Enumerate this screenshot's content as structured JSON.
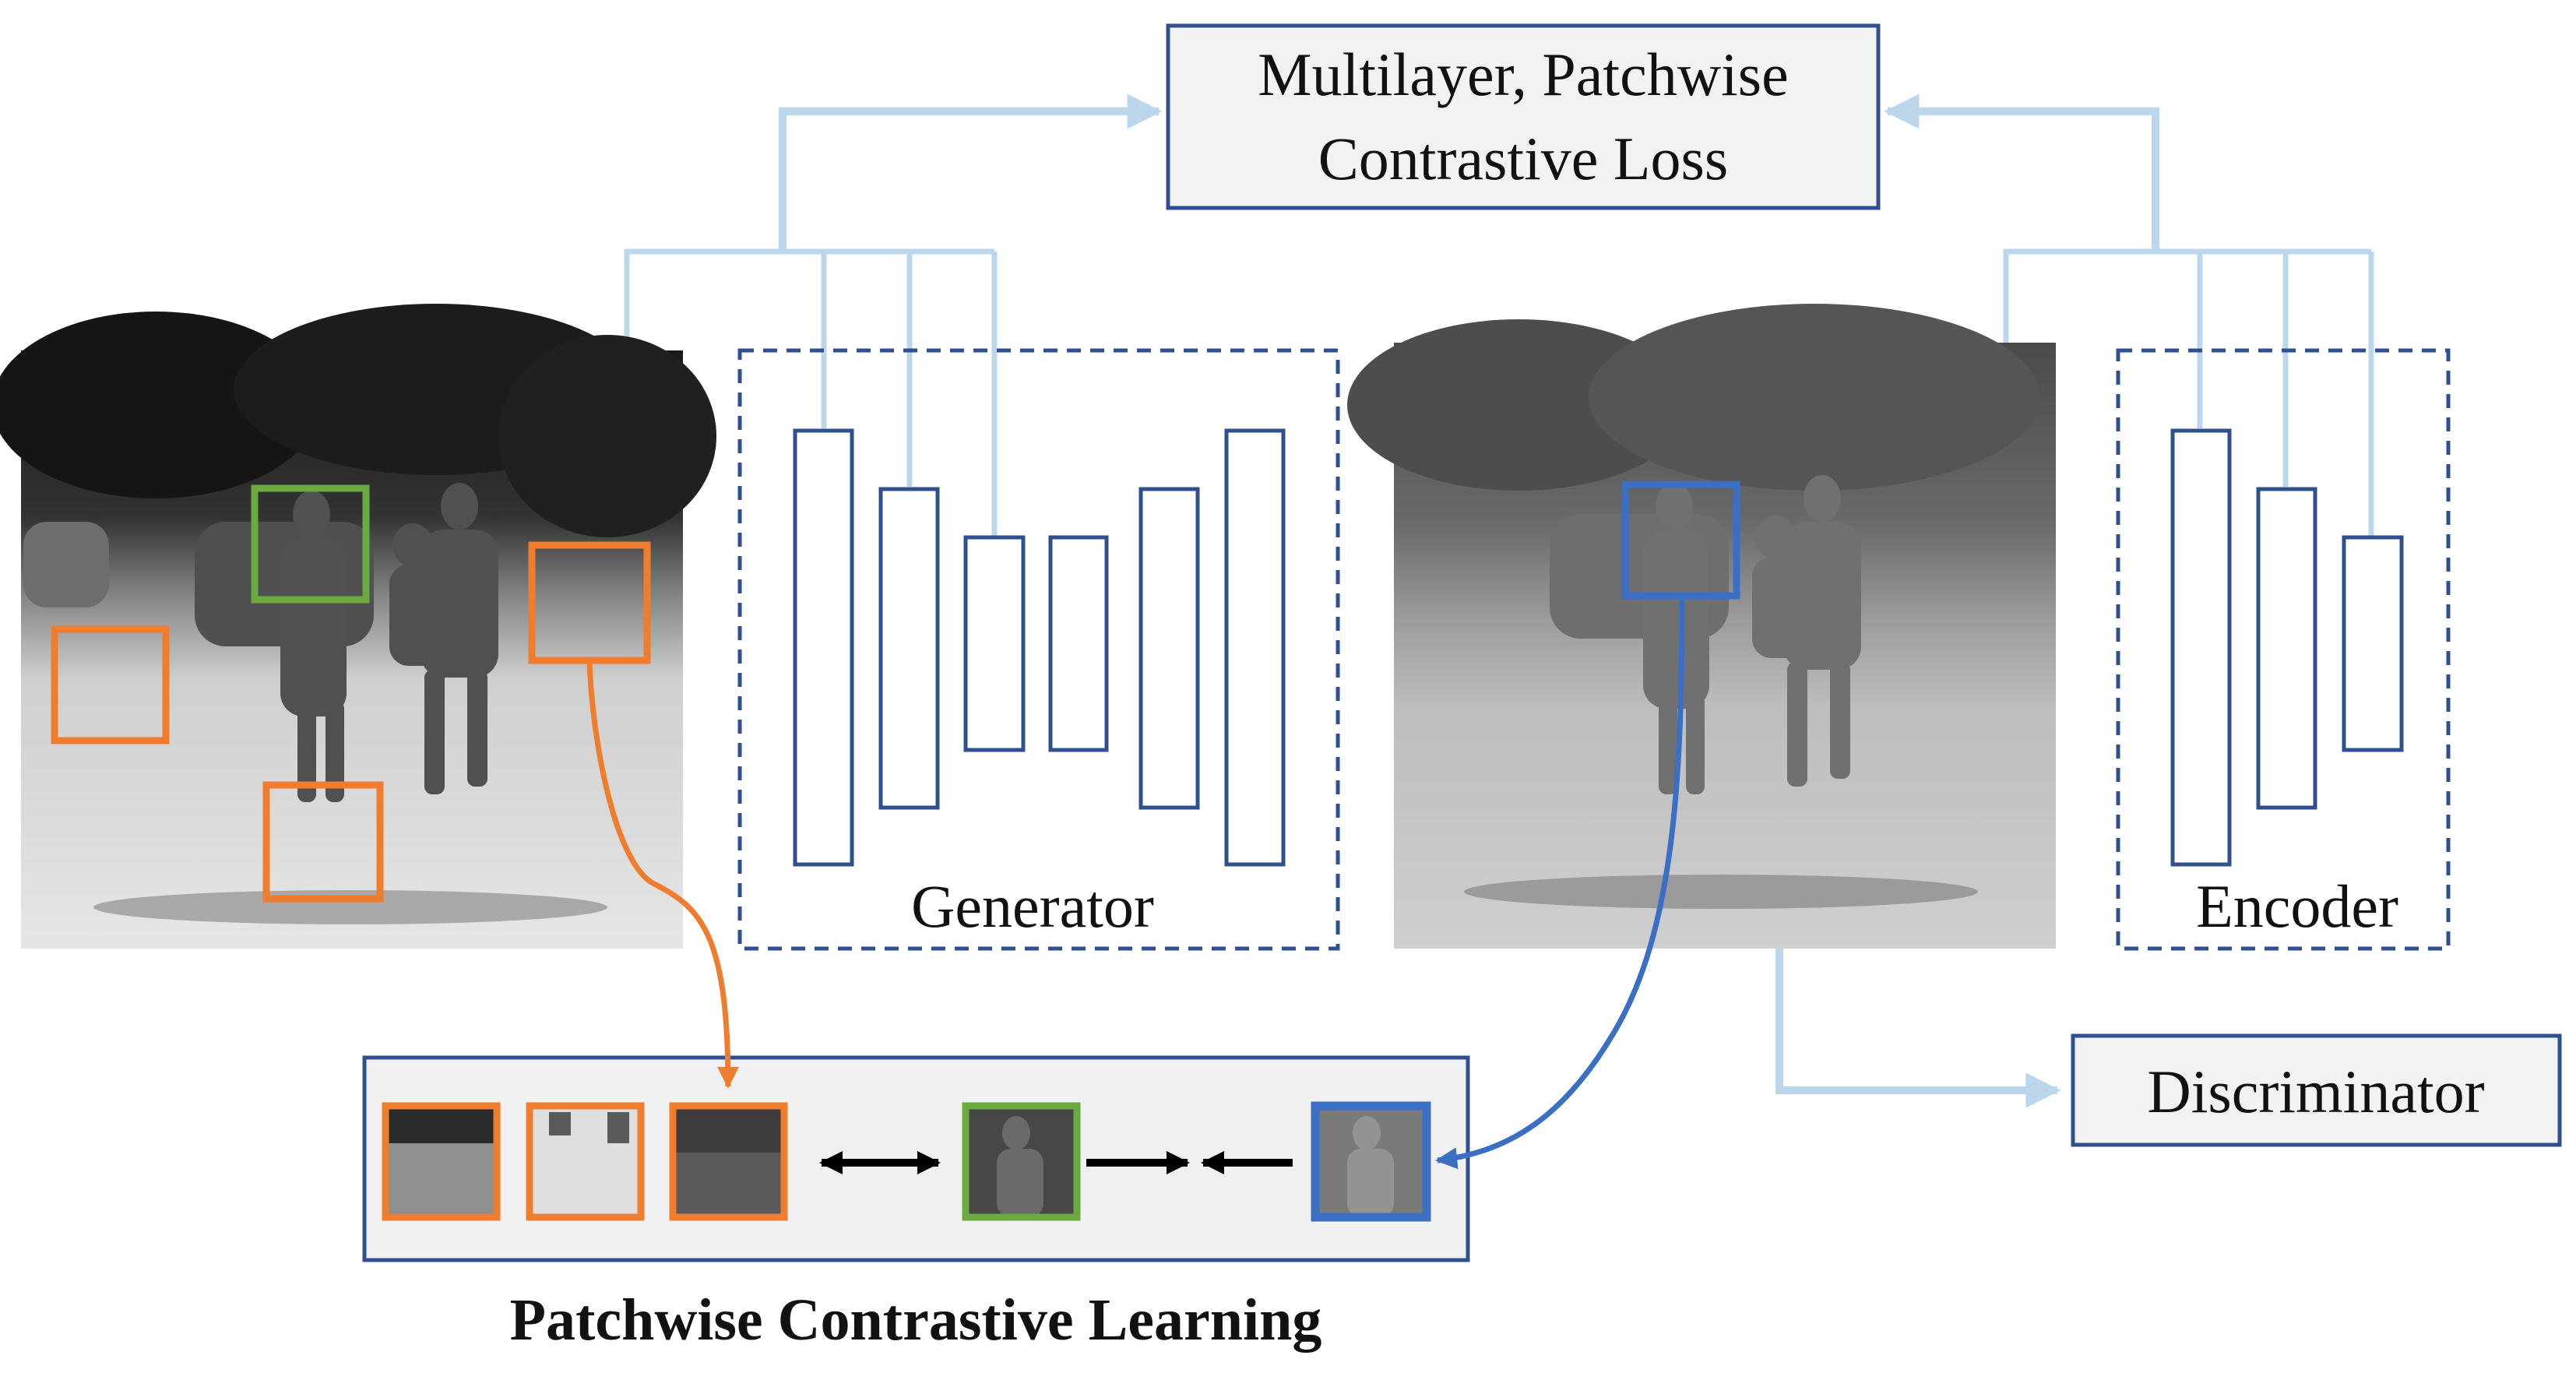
{
  "loss_box": {
    "line1": "Multilayer, Patchwise",
    "line2": "Contrastive Loss"
  },
  "generator": {
    "label": "Generator"
  },
  "encoder": {
    "label": "Encoder"
  },
  "discriminator": {
    "label": "Discriminator"
  },
  "caption": "Patchwise Contrastive Learning",
  "images": {
    "input": "thermal infrared street scene: two pedestrians walking on a snowy road, parked cars and trees behind",
    "output": "translated grayscale image of the same street scene with two pedestrians"
  },
  "colors": {
    "connector": "#bcd7ec",
    "box_border": "#2f4f8f",
    "negative_patch": "#ef7d2d",
    "positive_patch": "#6aaa3f",
    "query_patch": "#3a6fc4",
    "panel_fill": "#f1f1f1",
    "black_arrow": "#000000"
  },
  "icons": [
    "bidirectional-arrow-icon",
    "right-arrow-icon",
    "left-arrow-icon"
  ]
}
